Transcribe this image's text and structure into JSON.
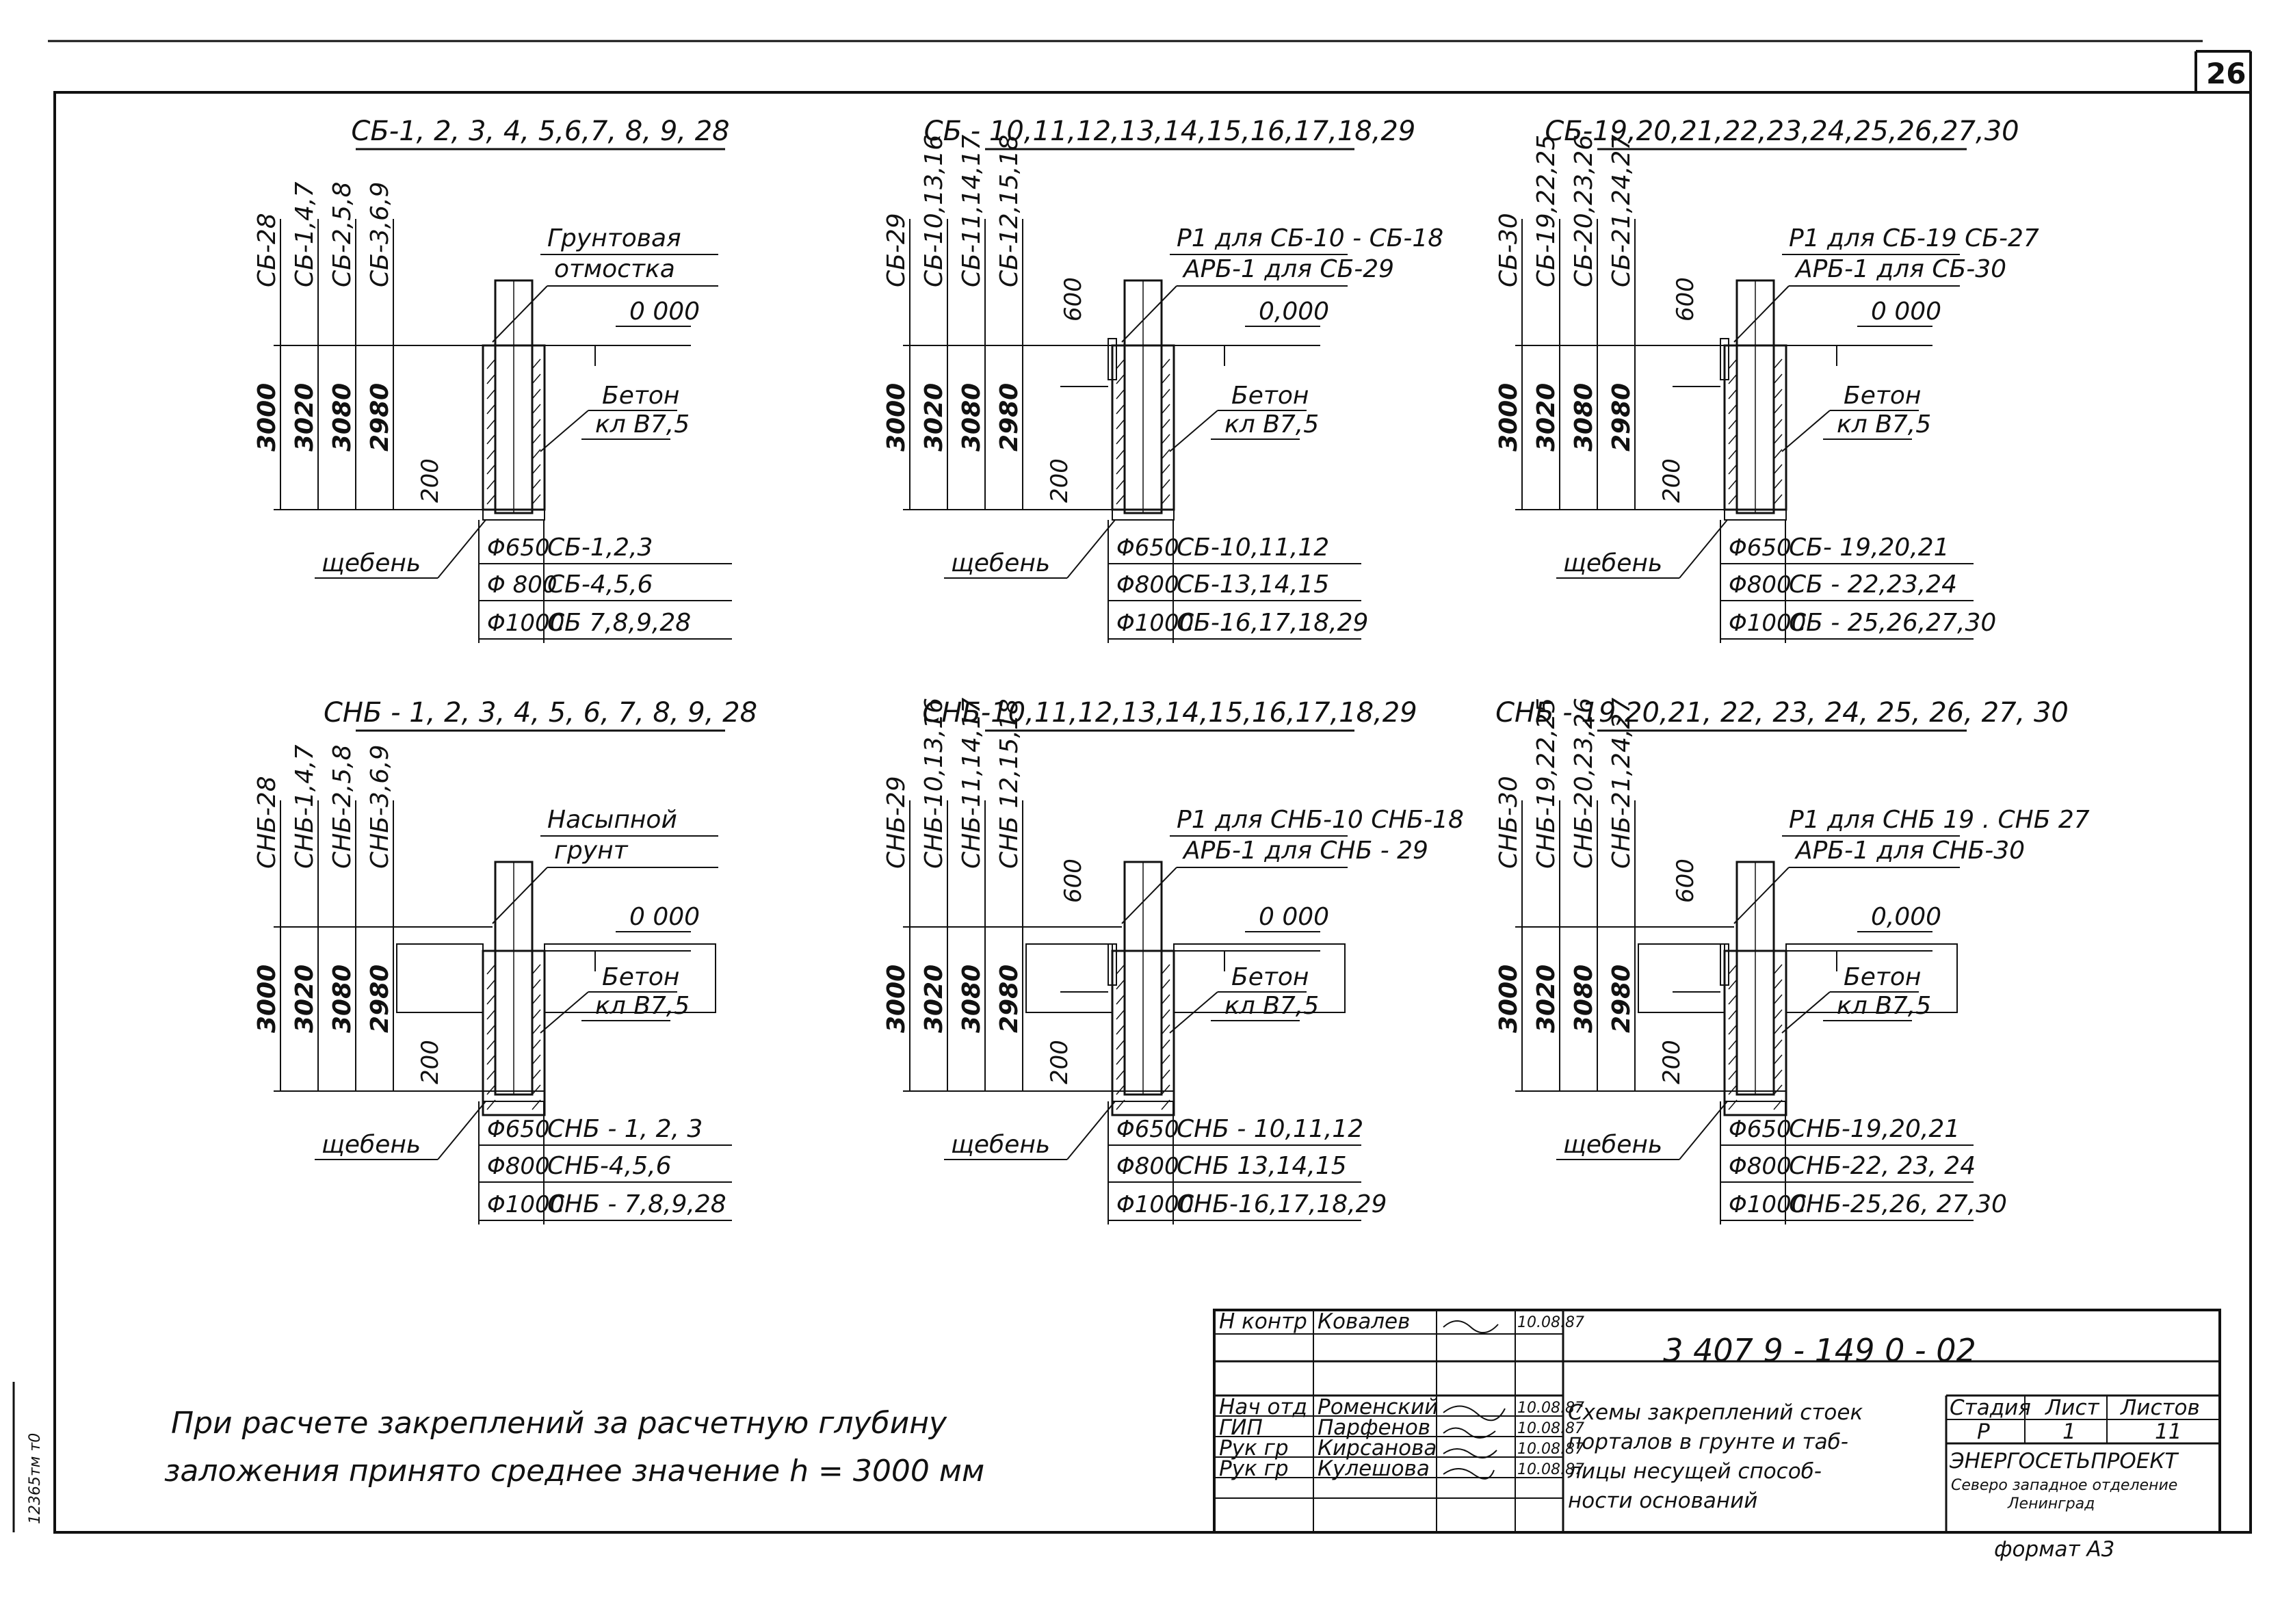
{
  "sheet": {
    "number": "26",
    "side_stamp": "12365тм т0",
    "format": "формат А3"
  },
  "panels": [
    {
      "title": "СБ-1, 2, 3, 4, 5,6,7, 8, 9, 28",
      "col_labels": [
        "СБ-28",
        "СБ-1,4,7",
        "СБ-2,5,8",
        "СБ-3,6,9"
      ],
      "depths": [
        "3000",
        "3020",
        "3080",
        "2980"
      ],
      "dim_200": "200",
      "dim_600": "",
      "note_top": [
        "Грунтовая",
        "отмостка"
      ],
      "level": "0 000",
      "concrete": [
        "Бетон",
        "кл B7,5"
      ],
      "gravel": "щебень",
      "rows": [
        {
          "dia": "Φ650",
          "types": "СБ-1,2,3"
        },
        {
          "dia": "Φ 800",
          "types": "СБ-4,5,6"
        },
        {
          "dia": "Φ1000",
          "types": "СБ 7,8,9,28"
        }
      ]
    },
    {
      "title": "СБ - 10,11,12,13,14,15,16,17,18,29",
      "col_labels": [
        "СБ-29",
        "СБ-10,13,16",
        "СБ-11,14,17",
        "СБ-12,15,18"
      ],
      "depths": [
        "3000",
        "3020",
        "3080",
        "2980"
      ],
      "dim_200": "200",
      "dim_600": "600",
      "note_top": [
        "Р1 для СБ-10 - СБ-18",
        "АРБ-1 для СБ-29"
      ],
      "level": "0,000",
      "concrete": [
        "Бетон",
        "кл B7,5"
      ],
      "gravel": "щебень",
      "rows": [
        {
          "dia": "Φ650",
          "types": "СБ-10,11,12"
        },
        {
          "dia": "Φ800",
          "types": "СБ-13,14,15"
        },
        {
          "dia": "Φ1000",
          "types": "СБ-16,17,18,29"
        }
      ]
    },
    {
      "title": "СБ-19,20,21,22,23,24,25,26,27,30",
      "col_labels": [
        "СБ-30",
        "СБ-19,22,25",
        "СБ-20,23,26",
        "СБ-21,24,27"
      ],
      "depths": [
        "3000",
        "3020",
        "3080",
        "2980"
      ],
      "dim_200": "200",
      "dim_600": "600",
      "note_top": [
        "Р1 для СБ-19   СБ-27",
        "АРБ-1 для СБ-30"
      ],
      "level": "0 000",
      "concrete": [
        "Бетон",
        "кл B7,5"
      ],
      "gravel": "щебень",
      "rows": [
        {
          "dia": "Φ650",
          "types": "СБ- 19,20,21"
        },
        {
          "dia": "Φ800",
          "types": "СБ - 22,23,24"
        },
        {
          "dia": "Φ1000",
          "types": "СБ - 25,26,27,30"
        }
      ]
    },
    {
      "title": "СНБ - 1, 2, 3, 4, 5, 6, 7, 8, 9, 28",
      "col_labels": [
        "СНБ-28",
        "СНБ-1,4,7",
        "СНБ-2,5,8",
        "СНБ-3,6,9"
      ],
      "depths": [
        "3000",
        "3020",
        "3080",
        "2980"
      ],
      "dim_200": "200",
      "dim_600": "",
      "note_top": [
        "Насыпной",
        "грунт"
      ],
      "level": "0 000",
      "concrete": [
        "Бетон",
        "кл B7,5"
      ],
      "gravel": "щебень",
      "rows": [
        {
          "dia": "Φ650",
          "types": "СНБ - 1, 2, 3"
        },
        {
          "dia": "Φ800",
          "types": "СНБ-4,5,6"
        },
        {
          "dia": "Φ1000",
          "types": "СНБ - 7,8,9,28"
        }
      ]
    },
    {
      "title": "СНБ-10,11,12,13,14,15,16,17,18,29",
      "col_labels": [
        "СНБ-29",
        "СНБ-10,13,16",
        "СНБ-11,14,17",
        "СНБ 12,15,18"
      ],
      "depths": [
        "3000",
        "3020",
        "3080",
        "2980"
      ],
      "dim_200": "200",
      "dim_600": "600",
      "note_top": [
        "Р1 для СНБ-10   СНБ-18",
        "АРБ-1 для СНБ - 29"
      ],
      "level": "0 000",
      "concrete": [
        "Бетон",
        "кл B7,5"
      ],
      "gravel": "щебень",
      "rows": [
        {
          "dia": "Φ650",
          "types": "СНБ - 10,11,12"
        },
        {
          "dia": "Φ800",
          "types": "СНБ  13,14,15"
        },
        {
          "dia": "Φ1000",
          "types": "СНБ-16,17,18,29"
        }
      ]
    },
    {
      "title": "СНБ - 19,20,21, 22, 23, 24, 25, 26, 27, 30",
      "col_labels": [
        "СНБ-30",
        "СНБ-19,22,25",
        "СНБ-20,23,26",
        "СНБ-21,24,27"
      ],
      "depths": [
        "3000",
        "3020",
        "3080",
        "2980"
      ],
      "dim_200": "200",
      "dim_600": "600",
      "note_top": [
        "Р1 для СНБ 19 .  СНБ 27",
        "АРБ-1 для СНБ-30"
      ],
      "level": "0,000",
      "concrete": [
        "Бетон",
        "кл B7,5"
      ],
      "gravel": "щебень",
      "rows": [
        {
          "dia": "Φ650",
          "types": "СНБ-19,20,21"
        },
        {
          "dia": "Φ800",
          "types": "СНБ-22, 23, 24"
        },
        {
          "dia": "Φ1000",
          "types": "СНБ-25,26, 27,30"
        }
      ]
    }
  ],
  "note": [
    "При расчете   закреплений  за расчетную глубину",
    "заложения  принято  среднее значение   h = 3000 мм"
  ],
  "title_block": {
    "code": "3 407 9 - 149 0 - 02",
    "signatures": [
      {
        "role": "Н контр",
        "name": "Ковалев",
        "date": "10.08.87"
      },
      {
        "role": "Нач отд",
        "name": "Роменский",
        "date": "10.08.87"
      },
      {
        "role": "ГИП",
        "name": "Парфенов",
        "date": "10.08.87"
      },
      {
        "role": "Рук гр",
        "name": "Кирсанова",
        "date": "10.08.87"
      },
      {
        "role": "Рук гр",
        "name": "Кулешова",
        "date": "10.08.87"
      }
    ],
    "description": [
      "Схемы закреплений стоек",
      "порталов в грунте и таб-",
      "лицы несущей способ-",
      "ности оснований"
    ],
    "stage_header": "Стадия",
    "sheet_header": "Лист",
    "sheets_header": "Листов",
    "stage": "Р",
    "sheet": "1",
    "sheets": "11",
    "org": "ЭНЕРГОСЕТЬПРОЕКТ",
    "org_sub": [
      "Северо западное отделение",
      "Ленинград"
    ]
  }
}
